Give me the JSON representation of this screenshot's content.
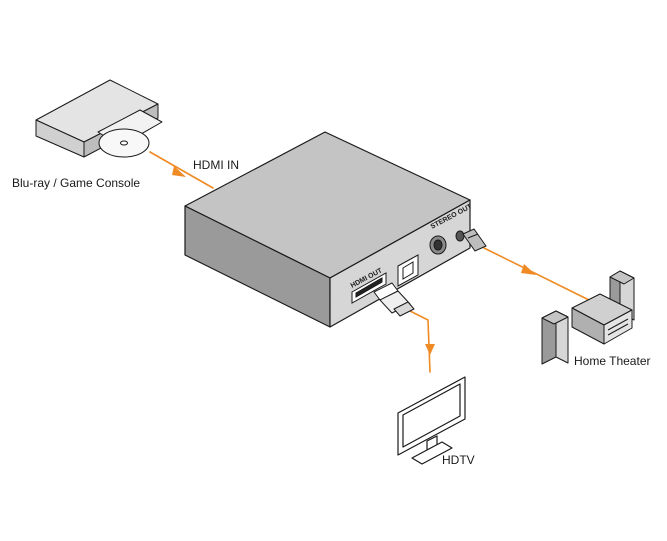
{
  "labels": {
    "source_device": "Blu-ray / Game Console",
    "hdmi_in": "HDMI IN",
    "home_theater": "Home Theater",
    "hdtv": "HDTV"
  },
  "device": {
    "hdmi_out_port": "HDMI OUT",
    "stereo_out_port": "STEREO OUT"
  },
  "colors": {
    "cable": "#f08a24",
    "device_top": "#c4c4c4",
    "device_front": "#9a9a9a",
    "device_side": "#d6d6d6",
    "outline": "#1a1a1a"
  }
}
